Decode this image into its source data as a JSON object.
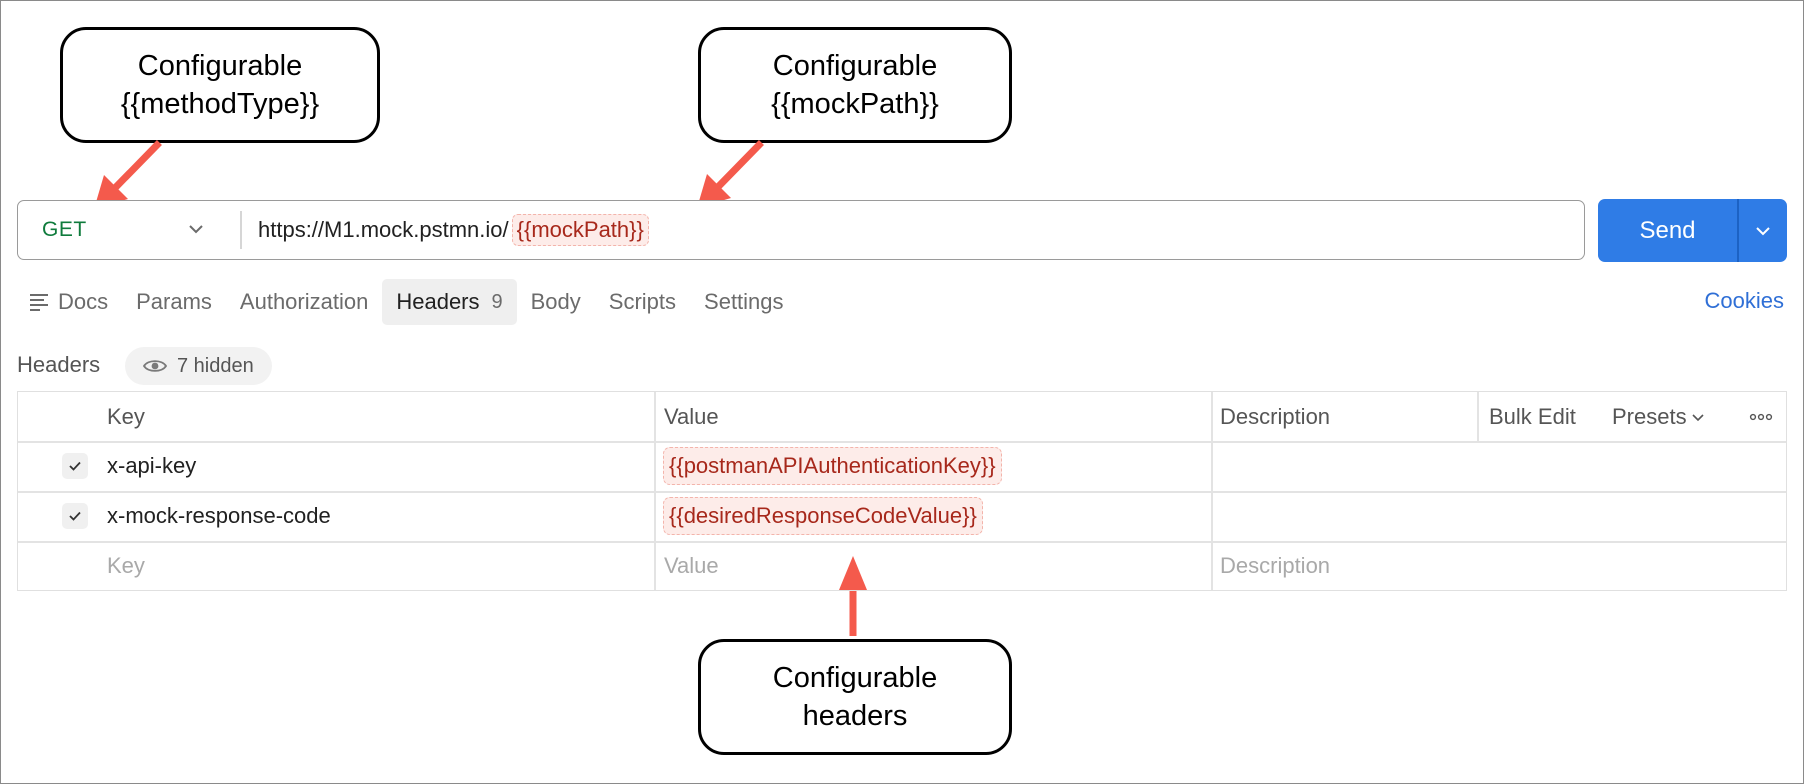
{
  "annotations": {
    "method_callout": [
      "Configurable",
      "{{methodType}}"
    ],
    "path_callout": [
      "Configurable",
      "{{mockPath}}"
    ],
    "headers_callout": [
      "Configurable",
      "headers"
    ]
  },
  "request": {
    "method": "GET",
    "url_base": "https://M1.mock.pstmn.io/",
    "url_variable": "{{mockPath}}",
    "send_label": "Send"
  },
  "tabs": [
    {
      "label": "Docs"
    },
    {
      "label": "Params"
    },
    {
      "label": "Authorization"
    },
    {
      "label": "Headers",
      "count": "9",
      "active": true
    },
    {
      "label": "Body"
    },
    {
      "label": "Scripts"
    },
    {
      "label": "Settings"
    }
  ],
  "cookies_label": "Cookies",
  "headers_section": {
    "label": "Headers",
    "hidden_label": "7 hidden"
  },
  "table": {
    "columns": {
      "key": "Key",
      "value": "Value",
      "description": "Description"
    },
    "bulk_edit": "Bulk Edit",
    "presets": "Presets",
    "rows": [
      {
        "checked": true,
        "key": "x-api-key",
        "value": "{{postmanAPIAuthenticationKey}}",
        "description": ""
      },
      {
        "checked": true,
        "key": "x-mock-response-code",
        "value": "{{desiredResponseCodeValue}}",
        "description": ""
      }
    ],
    "placeholders": {
      "key": "Key",
      "value": "Value",
      "description": "Description"
    }
  },
  "colors": {
    "accent": "#2f7ce6",
    "method_get": "#0f7b3c",
    "variable": "#a7281b",
    "arrow": "#f45a4c",
    "link": "#2f6fd6"
  }
}
